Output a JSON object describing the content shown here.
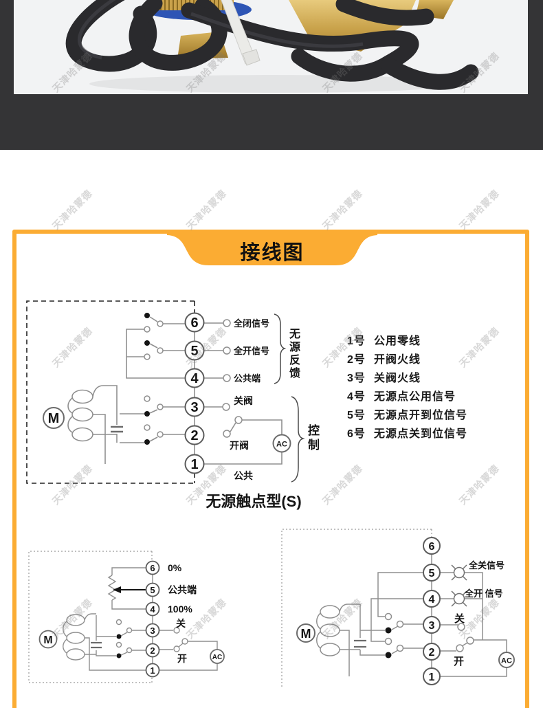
{
  "watermark": {
    "text": "天津哈蒙德"
  },
  "colors": {
    "accent_orange": "#FBAC33",
    "dark_band": "#343436"
  },
  "banner": {
    "title": "接线图"
  },
  "wiring": {
    "diagram1": {
      "terminals": [
        "6",
        "5",
        "4",
        "3",
        "2",
        "1"
      ],
      "labels": {
        "t6": "全闭信号",
        "t5": "全开信号",
        "t4": "公共端",
        "t3": "关阀",
        "t2": "开阀",
        "t1": "公共"
      },
      "group_feedback": "无源反馈",
      "group_control": "控制",
      "ac": "AC",
      "motor": "M",
      "caption": "无源触点型(S)"
    },
    "notes": {
      "items": [
        {
          "num": "1号",
          "desc": "公用零线"
        },
        {
          "num": "2号",
          "desc": "开阀火线"
        },
        {
          "num": "3号",
          "desc": "关阀火线"
        },
        {
          "num": "4号",
          "desc": "无源点公用信号"
        },
        {
          "num": "5号",
          "desc": "无源点开到位信号"
        },
        {
          "num": "6号",
          "desc": "无源点关到位信号"
        }
      ]
    },
    "diagram2": {
      "terminals": [
        "6",
        "5",
        "4",
        "3",
        "2",
        "1"
      ],
      "labels": {
        "t6": "0%",
        "t5": "公共端",
        "t4": "100%",
        "t3": "关",
        "t2": "开"
      },
      "ac": "AC",
      "motor": "M"
    },
    "diagram3": {
      "terminals": [
        "6",
        "5",
        "4",
        "3",
        "2",
        "1"
      ],
      "labels": {
        "lamp5": "全关信号",
        "lamp4": "全开 信号",
        "t3": "关",
        "t2": "开"
      },
      "ac": "AC",
      "motor": "M"
    }
  }
}
